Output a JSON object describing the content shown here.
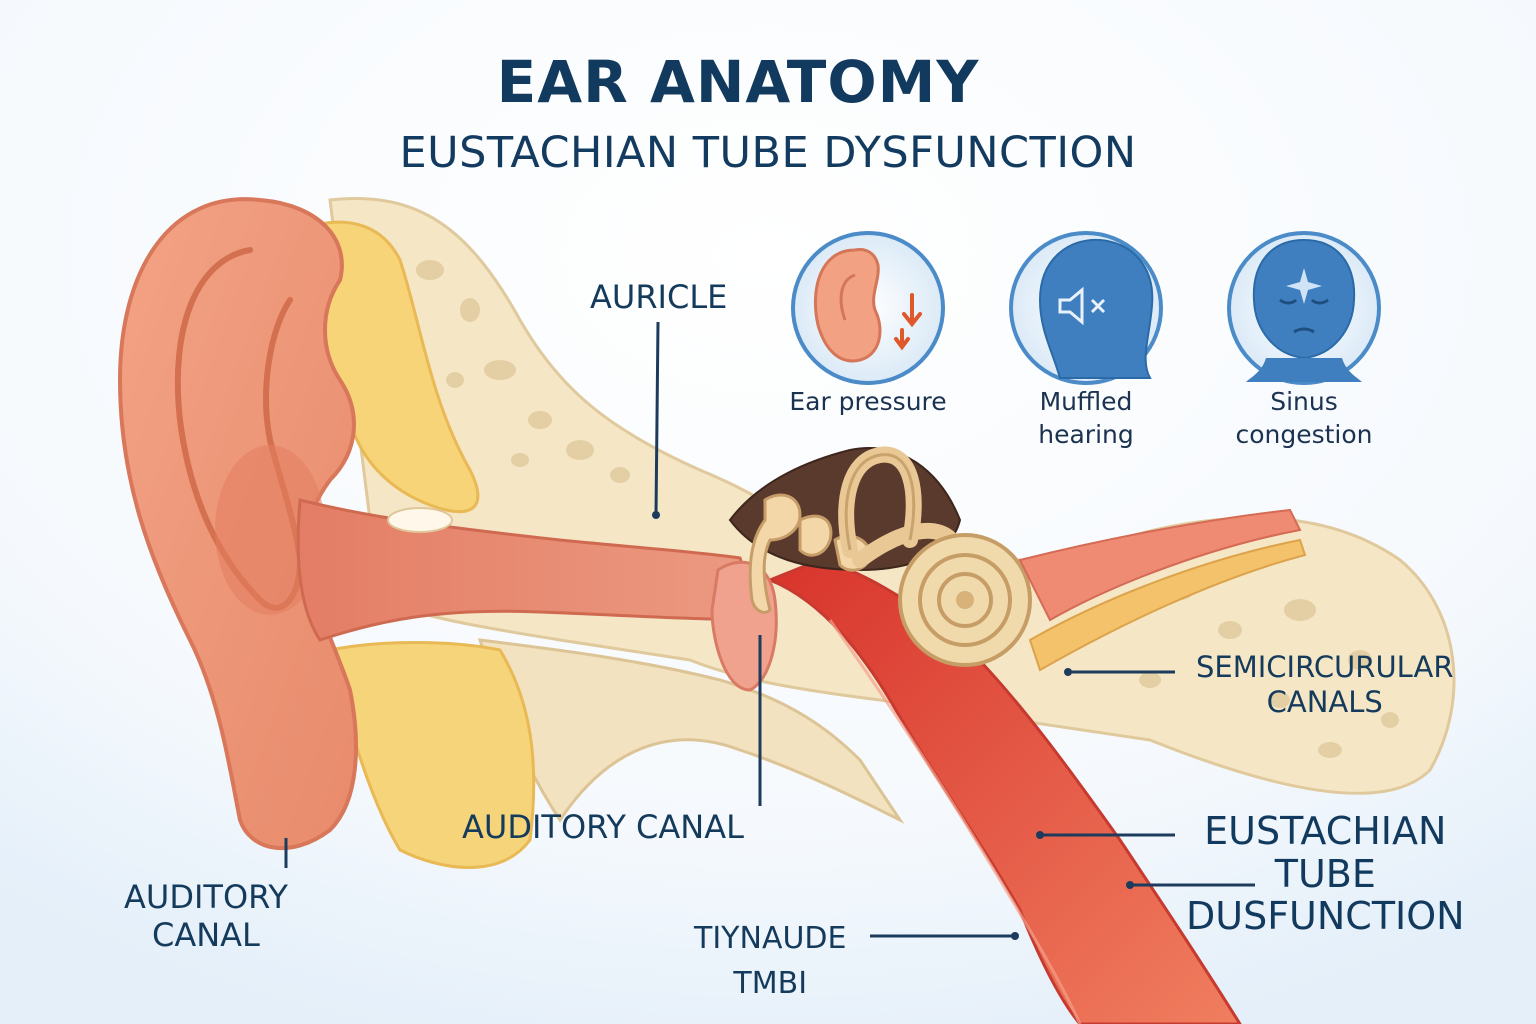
{
  "title": "EAR ANATOMY",
  "subtitle": "EUSTACHIAN TUBE DYSFUNCTION",
  "labels": {
    "auricle": "AURICLE",
    "auditory_canal_center": "AUDITORY CANAL",
    "auditory_canal_left": [
      "AUDITORY",
      "CANAL"
    ],
    "semicircular_canals": [
      "SEMICIRCURULAR",
      "CANALS"
    ],
    "eustachian": [
      "EUSTACHIAN",
      "TUBE",
      "DUSFUNCTION"
    ],
    "tympanic": [
      "TIYNAUDE",
      "TMBI"
    ]
  },
  "symptoms": [
    {
      "icon": "ear-pressure-icon",
      "lines": [
        "Ear pressure"
      ]
    },
    {
      "icon": "muffled-hearing-icon",
      "lines": [
        "Muffled",
        "hearing"
      ]
    },
    {
      "icon": "sinus-congestion-icon",
      "lines": [
        "Sinus",
        "congestion"
      ]
    }
  ],
  "colors": {
    "title": "#123a5e",
    "skin": "#f1a386",
    "bone": "#f3e3c2",
    "fat": "#f6d579",
    "tube_red": "#e0493c",
    "icon_blue": "#3d7fc1"
  }
}
